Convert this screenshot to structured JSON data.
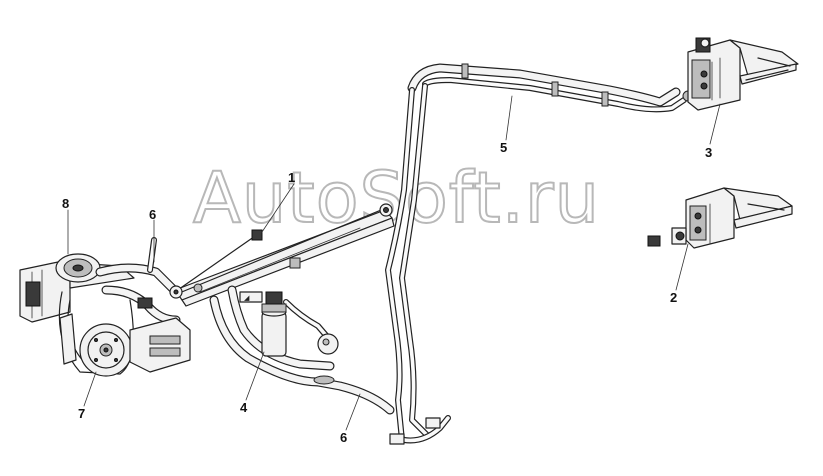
{
  "watermark": {
    "text": "AutoSoft.ru"
  },
  "callouts": {
    "c1": "1",
    "c2": "2",
    "c3": "3",
    "c4": "4",
    "c5": "5",
    "c6a": "6",
    "c6b": "6",
    "c7": "7",
    "c8": "8"
  },
  "colors": {
    "line": "#222222",
    "watermark_outline": "#b8b8b8",
    "background": "#ffffff"
  }
}
